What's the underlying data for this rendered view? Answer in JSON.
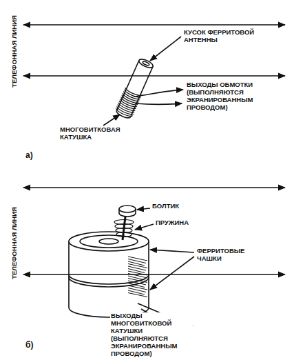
{
  "diagram": {
    "labels": [
      "ТЕЛЕФОННАЯ ЛИНИЯ",
      "КУСОК ФЕРРИТОВОЙ АНТЕННЫ",
      "ВЫХОДЫ ОБМОТКИ (ВЫПОЛНЯЮТСЯ ЭКРАНИРОВАННЫМ ПРОВОДОМ)",
      "МНОГОВИТКОВАЯ КАТУШКА",
      "а)",
      "ТЕЛЕФОННАЯ ЛИНИЯ",
      "БОЛТИК",
      "ПРУЖИНА",
      "ФЕРРИТОВЫЕ ЧАШКИ",
      "ВЫХОДЫ МНОГОВИТКОВОЙ КАТУШКИ (ВЫПОЛНЯЮТСЯ ЭКРАНИРОВАННЫМ ПРОВОДОМ)",
      "б)"
    ]
  }
}
